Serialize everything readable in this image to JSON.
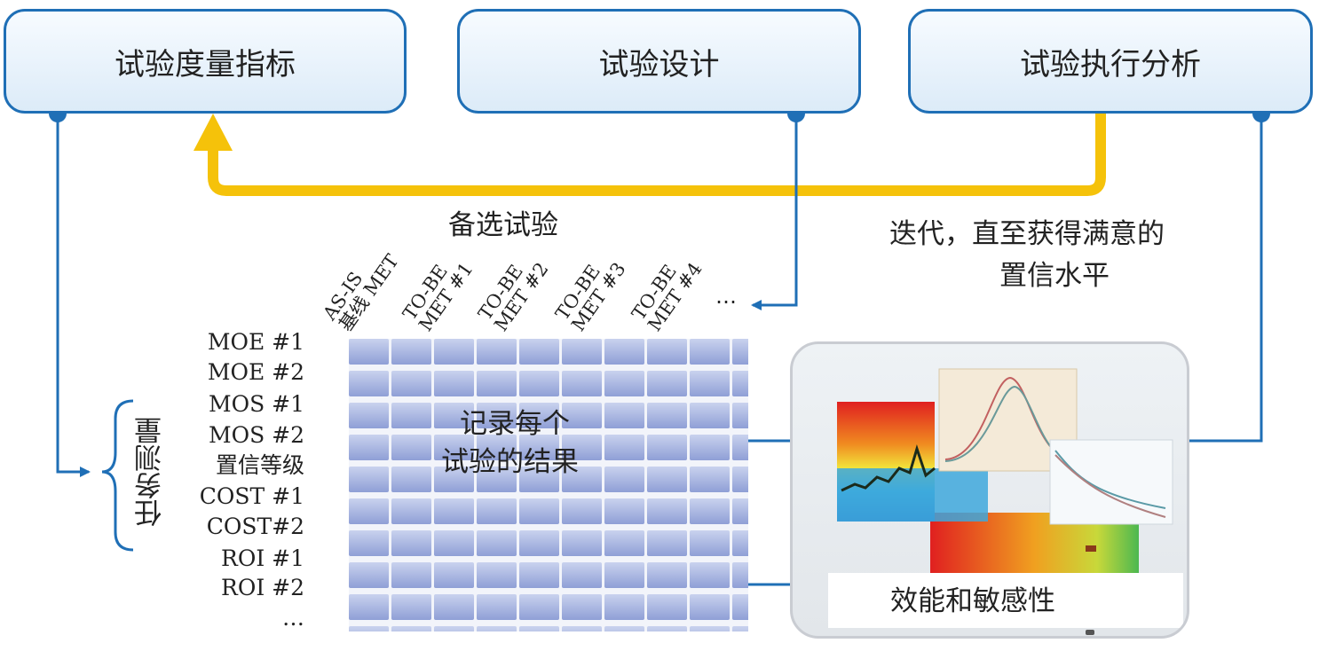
{
  "boxes": {
    "metrics": "试验度量指标",
    "design": "试验设计",
    "analysis": "试验执行分析"
  },
  "candidate_trials": "备选试验",
  "iterate": {
    "line1": "迭代，直至获得满意的",
    "line2": "置信水平"
  },
  "columns": [
    [
      "AS-IS",
      "基线 MET"
    ],
    [
      "TO-BE",
      "MET #1"
    ],
    [
      "TO-BE",
      "MET #2"
    ],
    [
      "TO-BE",
      "MET #3"
    ],
    [
      "TO-BE",
      "MET #4"
    ]
  ],
  "columns_more": "…",
  "rows": [
    "MOE  #1",
    "MOE  #2",
    "MOS  #1",
    "MOS  #2",
    "置信等级",
    "COST #1",
    "COST#2",
    "ROI   #1",
    "ROI   #2",
    "…"
  ],
  "task_measure": "任务测量",
  "record": {
    "line1": "记录每个",
    "line2": "试验的结果"
  },
  "performance": "效能和敏感性",
  "colors": {
    "box_border": "#1f6fb6",
    "arrow_blue": "#1f6fb6",
    "arrow_yellow": "#f5c20a"
  }
}
